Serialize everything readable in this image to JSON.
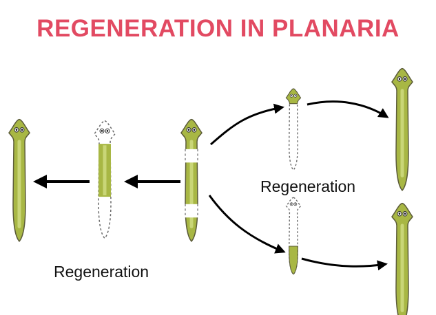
{
  "title": "REGENERATION IN PLANARIA",
  "labels": {
    "left_regeneration": "Regeneration",
    "right_regeneration": "Regeneration"
  },
  "colors": {
    "title": "#e24a62",
    "body_fill": "#a8b744",
    "body_stripe": "#c9d677",
    "outline": "#6b6b6b",
    "arrow": "#000000"
  }
}
